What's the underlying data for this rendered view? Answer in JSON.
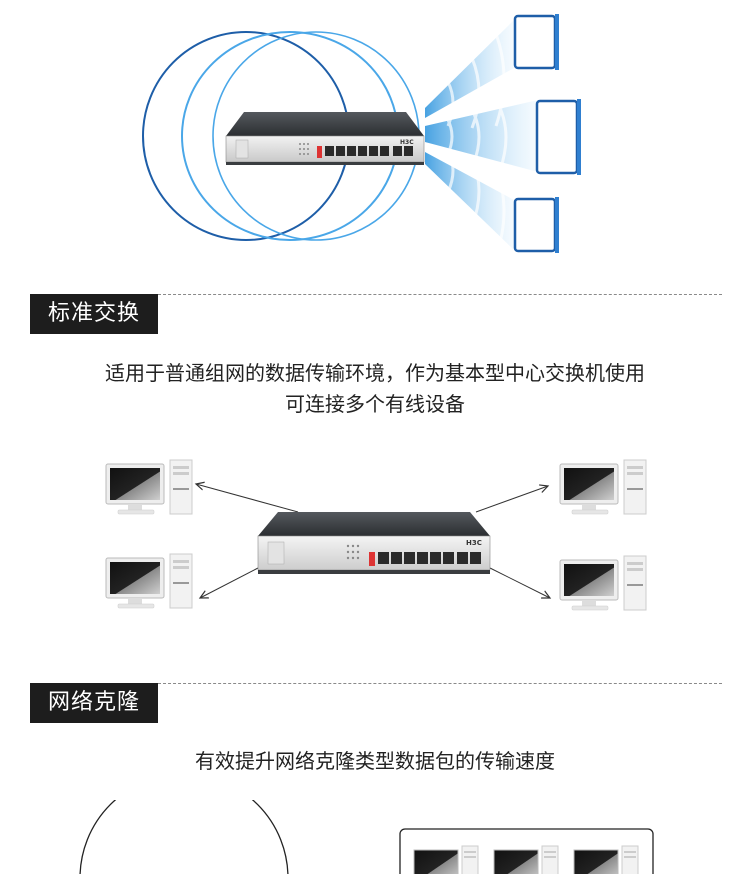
{
  "sections": [
    {
      "heading": "标准交换",
      "description_lines": [
        "适用于普通组网的数据传输环境，作为基本型中心交换机使用",
        "可连接多个有线设备"
      ]
    },
    {
      "heading": "网络克隆",
      "description_lines": [
        "有效提升网络克隆类型数据包的传输速度"
      ]
    }
  ],
  "device": {
    "brand": "H3C"
  },
  "colors": {
    "ring_dark": "#1e5ea8",
    "ring_light": "#4aa7e8",
    "beam": "#7fc3f0",
    "tag_bg": "#1d1d1d"
  }
}
